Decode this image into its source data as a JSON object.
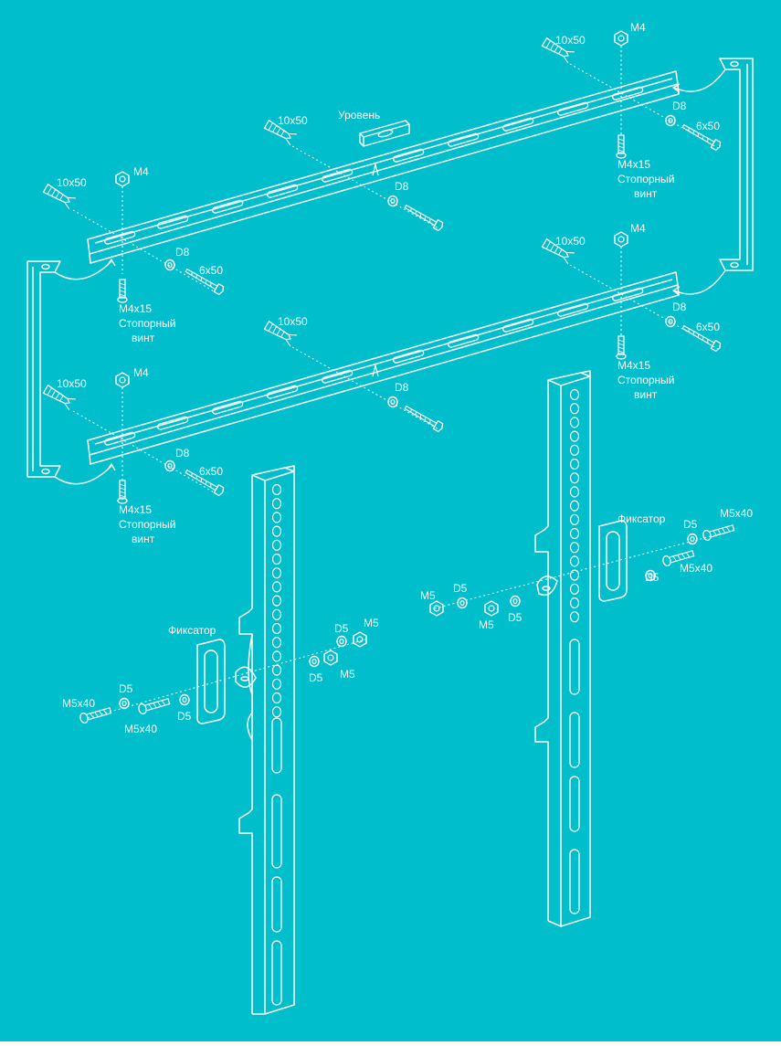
{
  "colors": {
    "background": "#00BECC",
    "line": "#FFFFFF"
  },
  "labels": {
    "anchor": "10x50",
    "nut_m4": "M4",
    "washer_d8": "D8",
    "lag_screw": "6x50",
    "set_screw": "M4x15",
    "set_screw_caption_1": "Стопорный",
    "set_screw_caption_2": "винт",
    "level": "Уровень",
    "lock": "Фиксатор",
    "bolt_m5x40": "M5x40",
    "washer_d5": "D5",
    "nut_m5": "M5"
  }
}
